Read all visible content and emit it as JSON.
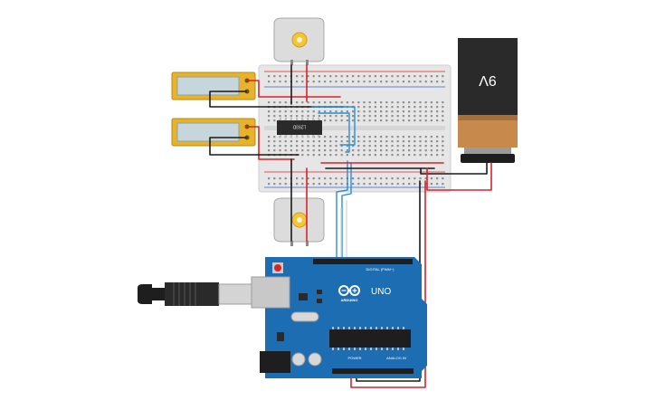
{
  "battery": {
    "label": "9V"
  },
  "ic": {
    "label": "L293D"
  },
  "arduino": {
    "brand": "ARDUINO",
    "model": "UNO",
    "digital_header": "DIGITAL (PWM~)",
    "power_header": "POWER",
    "analog_header": "ANALOG IN"
  },
  "colors": {
    "wire_red": "#d9232a",
    "wire_black": "#1a1a1a",
    "wire_blue": "#2a8fd6",
    "board_blue": "#1d6db3",
    "breadboard": "#e7e7e7",
    "battery_copper": "#c8894d"
  },
  "icons": [
    "usb-cable",
    "dc-motor",
    "sensor-module",
    "battery-9v",
    "ic-chip",
    "arduino-board"
  ]
}
